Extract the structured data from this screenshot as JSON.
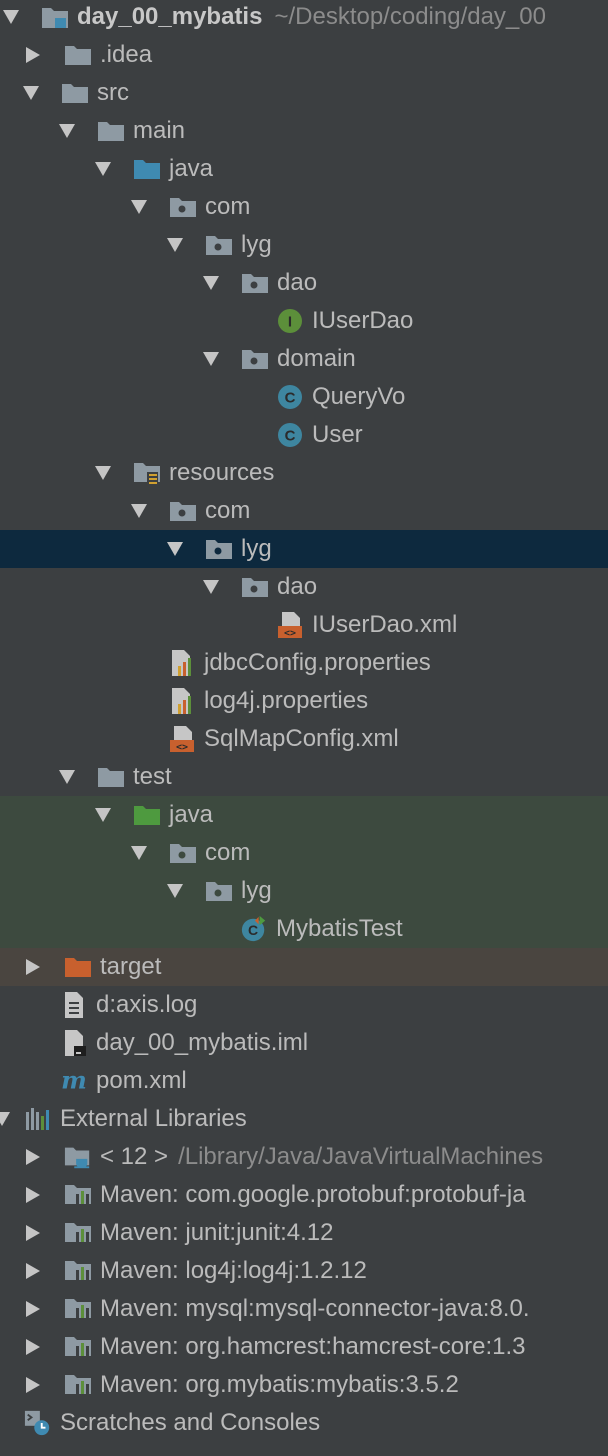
{
  "project": {
    "root": {
      "name": "day_00_mybatis",
      "path": "~/Desktop/coding/day_00"
    },
    "idea": ".idea",
    "src": "src",
    "main": "main",
    "main_java": "java",
    "com1": "com",
    "lyg1": "lyg",
    "dao1": "dao",
    "iuserdao": "IUserDao",
    "domain": "domain",
    "queryvo": "QueryVo",
    "user": "User",
    "resources": "resources",
    "com2": "com",
    "lyg2": "lyg",
    "dao2": "dao",
    "iuserdao_xml": "IUserDao.xml",
    "jdbc": "jdbcConfig.properties",
    "log4j": "log4j.properties",
    "sqlmap": "SqlMapConfig.xml",
    "test": "test",
    "test_java": "java",
    "com3": "com",
    "lyg3": "lyg",
    "mybatistest": "MybatisTest",
    "target": "target",
    "daxis": "d:axis.log",
    "iml": "day_00_mybatis.iml",
    "pom": "pom.xml"
  },
  "external": {
    "title": "External Libraries",
    "jdk": {
      "name": "< 12 >",
      "path": "/Library/Java/JavaVirtualMachines"
    },
    "libs": [
      "Maven: com.google.protobuf:protobuf-ja",
      "Maven: junit:junit:4.12",
      "Maven: log4j:log4j:1.2.12",
      "Maven: mysql:mysql-connector-java:8.0.",
      "Maven: org.hamcrest:hamcrest-core:1.3",
      "Maven: org.mybatis:mybatis:3.5.2"
    ]
  },
  "scratches": "Scratches and Consoles",
  "colors": {
    "background": "#3c3f41",
    "selected_row": "#0d293e",
    "test_rows": "#3d4a3f",
    "excluded_row": "#4a4540",
    "folder": "#8e9aa3",
    "source_folder": "#3f8ab1",
    "test_folder": "#4e9a3f",
    "excluded_folder": "#c8602e",
    "class_icon": "#3e86a0",
    "interface_icon": "#5c8f3a",
    "xml_icon": "#c8602e"
  }
}
